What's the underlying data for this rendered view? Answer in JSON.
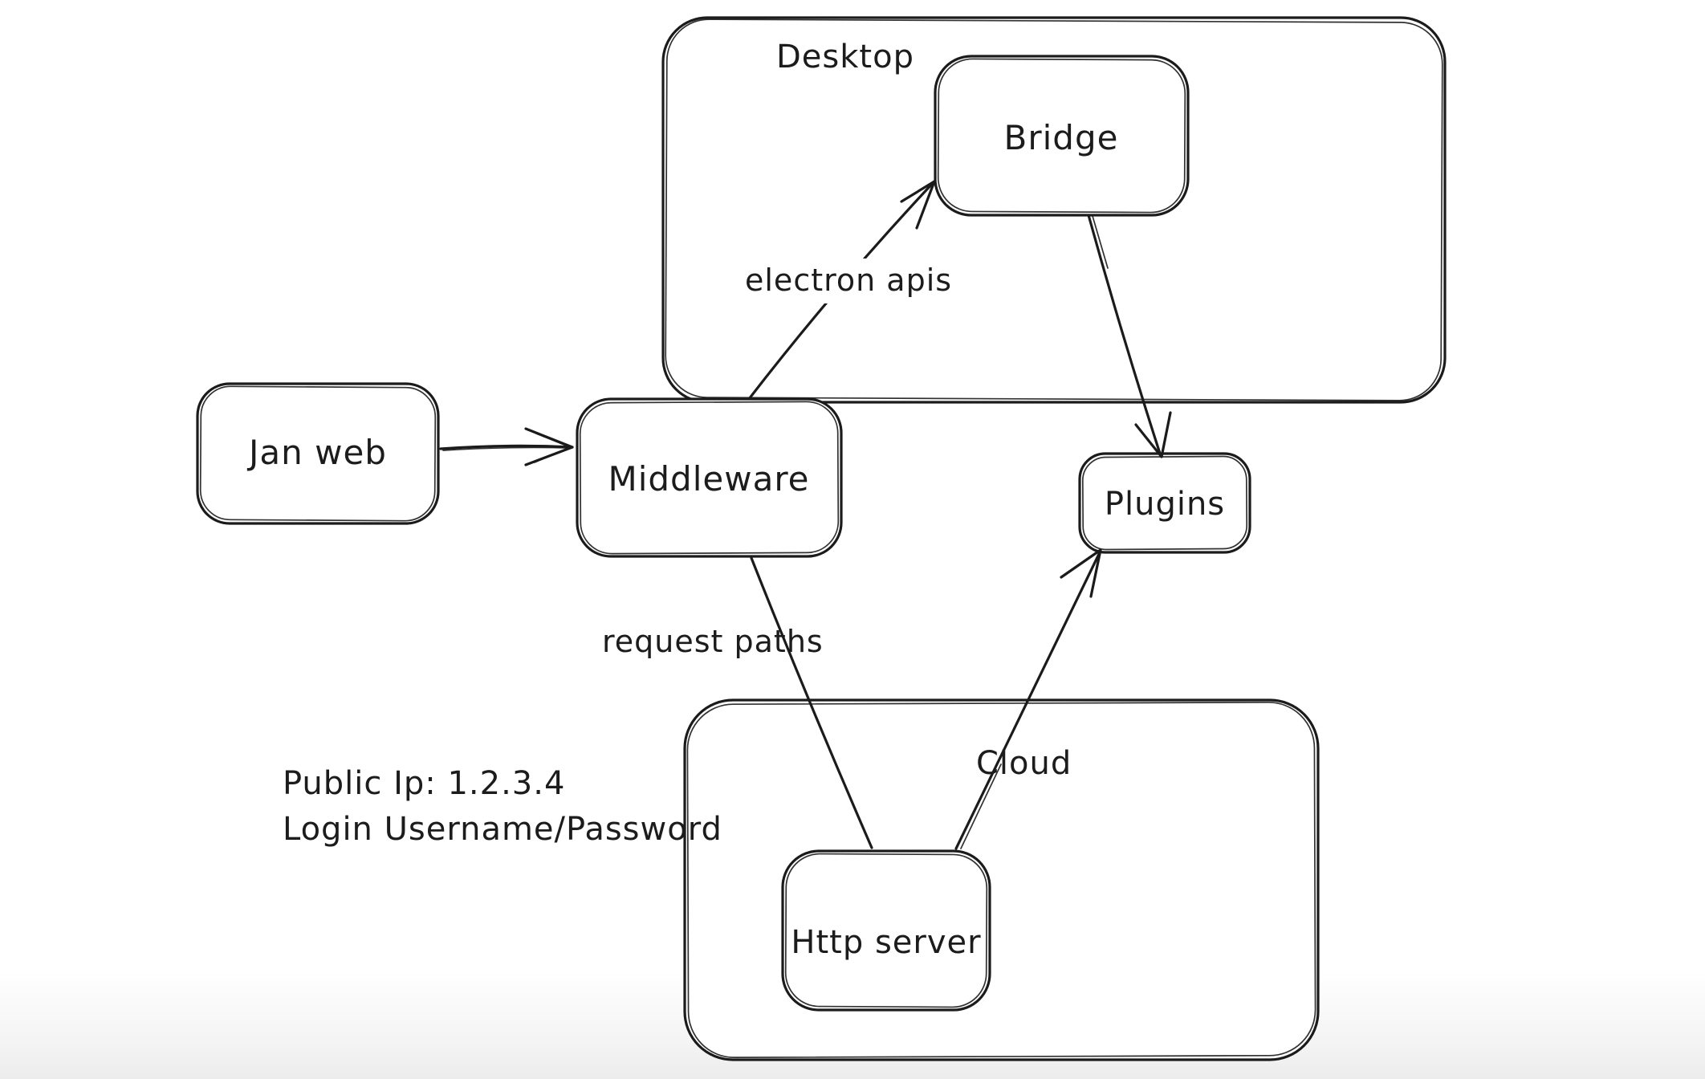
{
  "canvas": {
    "background_color": "#ffffff",
    "stroke_color": "#1b1b1b",
    "bottom_fade_color": "#ececec"
  },
  "diagram": {
    "containers": [
      {
        "id": "desktop",
        "label": "Desktop"
      },
      {
        "id": "cloud",
        "label": "Cloud"
      }
    ],
    "nodes": [
      {
        "id": "jan-web",
        "label": "Jan web",
        "parent": null
      },
      {
        "id": "bridge",
        "label": "Bridge",
        "parent": "desktop"
      },
      {
        "id": "middleware",
        "label": "Middleware",
        "parent": null
      },
      {
        "id": "plugins",
        "label": "Plugins",
        "parent": null
      },
      {
        "id": "http-server",
        "label": "Http server",
        "parent": "cloud"
      }
    ],
    "edges": [
      {
        "id": "jan-web-to-middleware",
        "from": "jan-web",
        "to": "middleware",
        "label": "",
        "arrowhead": "end"
      },
      {
        "id": "middleware-to-bridge",
        "from": "middleware",
        "to": "bridge",
        "label": "electron apis",
        "arrowhead": "end"
      },
      {
        "id": "bridge-to-plugins",
        "from": "bridge",
        "to": "plugins",
        "label": "",
        "arrowhead": "end"
      },
      {
        "id": "middleware-to-http-server",
        "from": "middleware",
        "to": "http-server",
        "label": "request paths",
        "arrowhead": "none"
      },
      {
        "id": "http-server-to-plugins",
        "from": "http-server",
        "to": "plugins",
        "label": "",
        "arrowhead": "end"
      }
    ],
    "annotation": {
      "line1": "Public Ip: 1.2.3.4",
      "line2": "Login Username/Password"
    }
  }
}
